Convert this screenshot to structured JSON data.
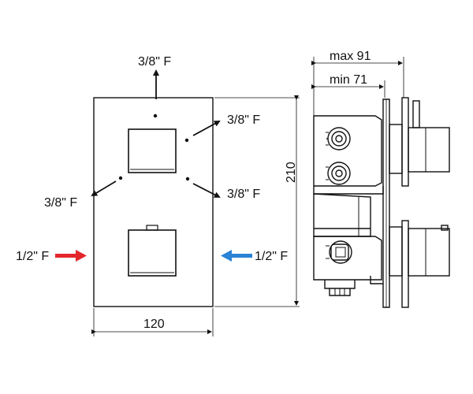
{
  "colors": {
    "line": "#111111",
    "hot_arrow": "#e3262b",
    "cold_arrow": "#2b83d6"
  },
  "front_view": {
    "outlet_top": "3/8\" F",
    "outlet_upper_right": "3/8\" F",
    "outlet_lower_left": "3/8\" F",
    "outlet_lower_right": "3/8\" F",
    "inlet_left": "1/2\" F",
    "inlet_right": "1/2\" F",
    "width": "120",
    "height": "210"
  },
  "side_view": {
    "max_depth": "max 91",
    "min_depth": "min 71"
  }
}
